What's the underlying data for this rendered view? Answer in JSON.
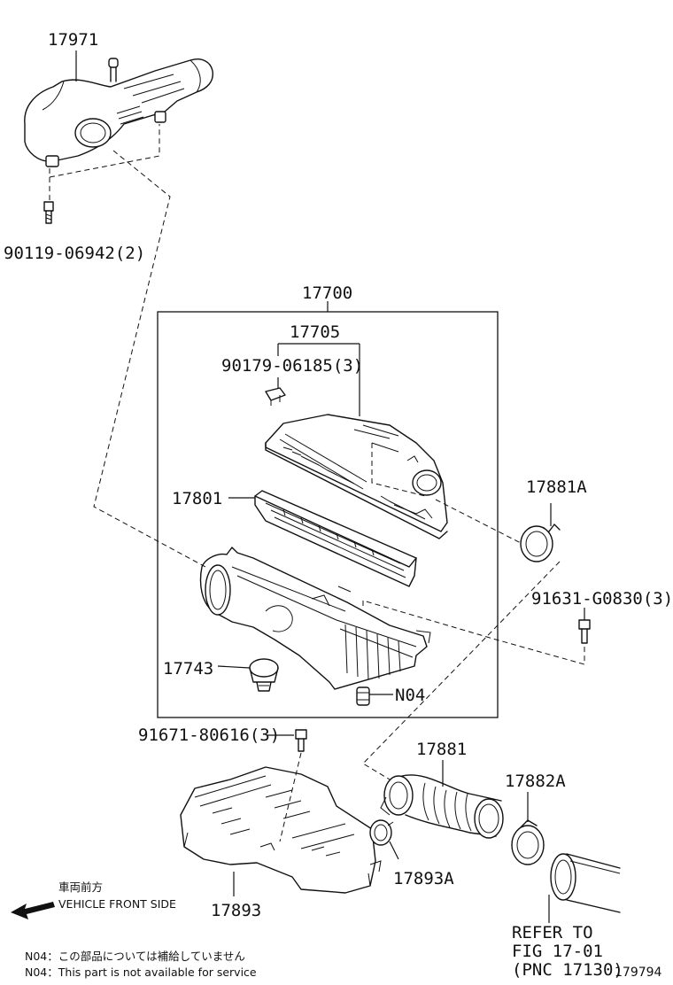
{
  "labels": {
    "p17971": "17971",
    "p90119": "90119-06942(2)",
    "p17700": "17700",
    "p17705": "17705",
    "p90179": "90179-06185(3)",
    "p17801": "17801",
    "p17881A": "17881A",
    "p91631": "91631-G0830(3)",
    "p17743": "17743",
    "pN04": "N04",
    "p91671": "91671-80616(3)",
    "p17881": "17881",
    "p17882A": "17882A",
    "p17893A": "17893A",
    "p17893": "17893",
    "refer1": "REFER TO",
    "refer2": "FIG 17-01",
    "refer3": "(PNC 17130)",
    "fig_id": "179794"
  },
  "front": {
    "jp": "車両前方",
    "en": "VEHICLE FRONT SIDE"
  },
  "notes": {
    "jp": "N04：この部品については補給していません",
    "en": "N04：This part is not available for service"
  }
}
